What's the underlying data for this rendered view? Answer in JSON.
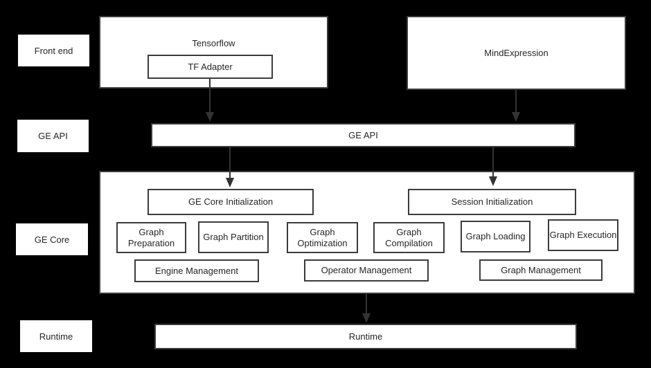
{
  "colors": {
    "bg": "#000000",
    "fill": "#ffffff",
    "border": "#3b3b3b",
    "text": "#262626",
    "arrow": "#333333"
  },
  "row_labels": [
    {
      "label": "Front end"
    },
    {
      "label": "GE API"
    },
    {
      "label": "GE Core"
    },
    {
      "label": "Runtime"
    }
  ],
  "front_end": {
    "tensorflow_label": "Tensorflow",
    "tf_adapter_label": "TF Adapter",
    "mindexpression_label": "MindExpression"
  },
  "ge_api": {
    "label": "GE API"
  },
  "ge_core": {
    "init_boxes": [
      {
        "label": "GE Core Initialization"
      },
      {
        "label": "Session Initialization"
      }
    ],
    "stage_boxes": [
      {
        "label": "Graph Preparation"
      },
      {
        "label": "Graph Partition"
      },
      {
        "label": "Graph Optimization"
      },
      {
        "label": "Graph Compilation"
      },
      {
        "label": "Graph Loading"
      },
      {
        "label": "Graph Execution"
      }
    ],
    "management_boxes": [
      {
        "label": "Engine Management"
      },
      {
        "label": "Operator Management"
      },
      {
        "label": "Graph Management"
      }
    ]
  },
  "runtime": {
    "label": "Runtime"
  }
}
